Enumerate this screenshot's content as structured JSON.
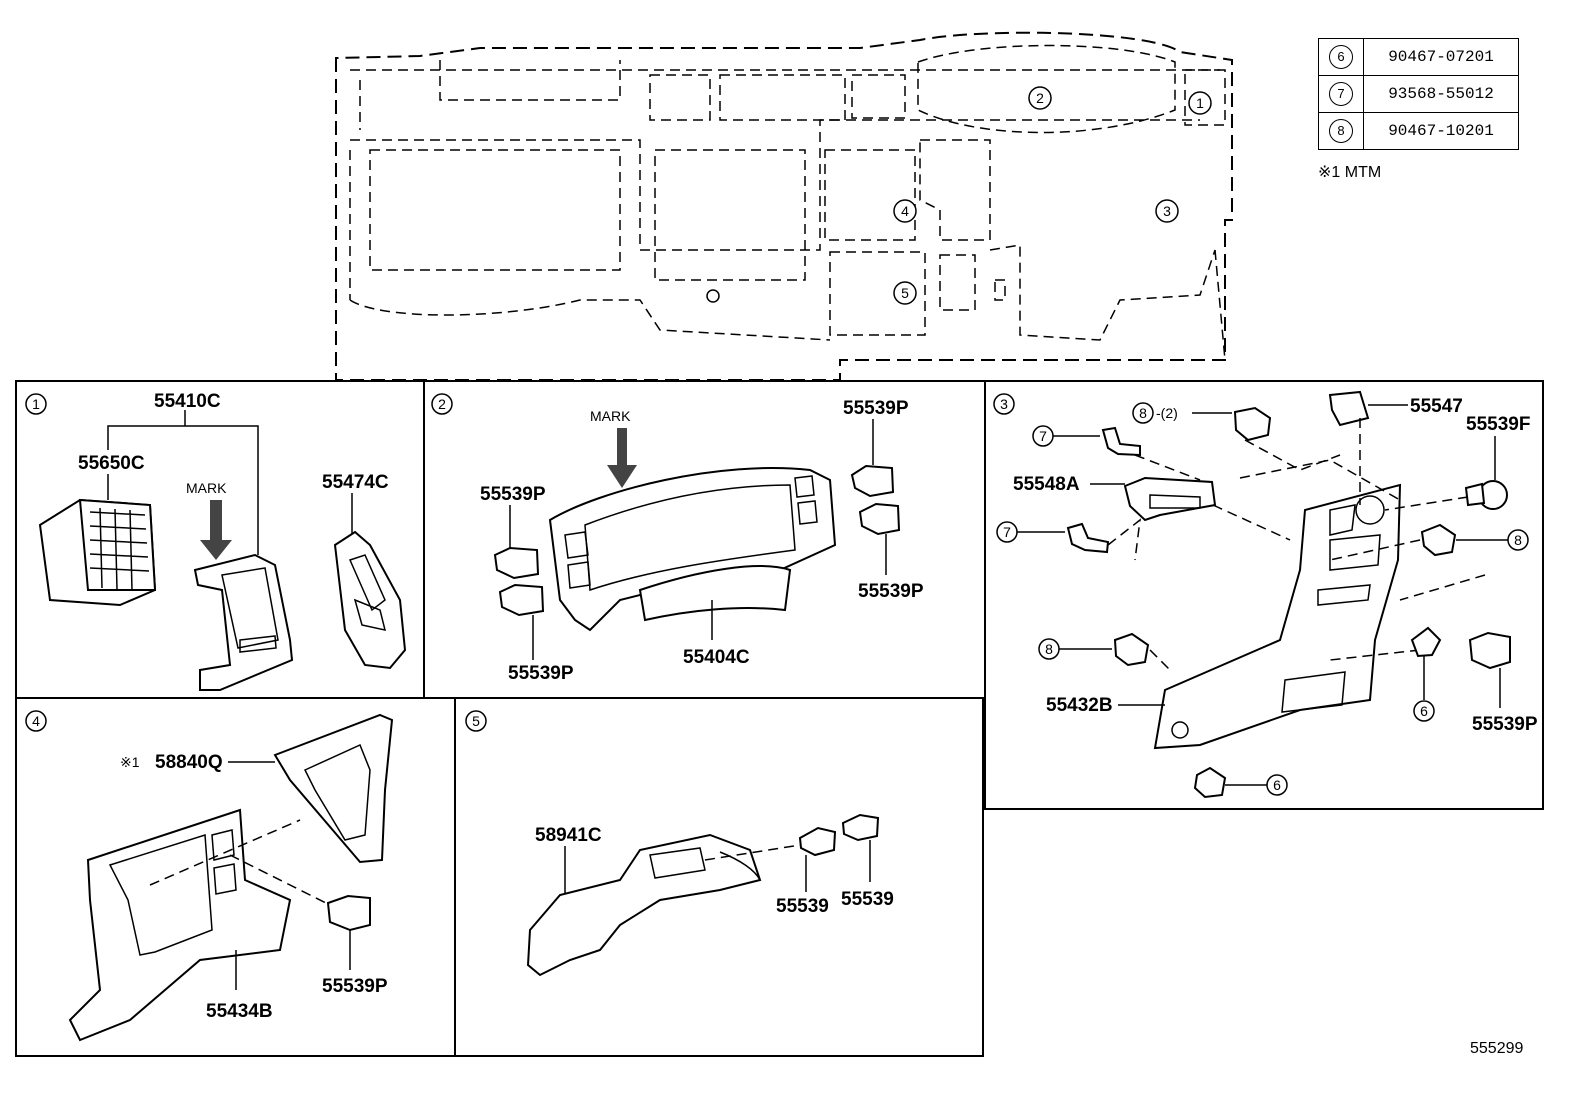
{
  "reference_table": {
    "rows": [
      {
        "key": "6",
        "part": "90467-07201"
      },
      {
        "key": "7",
        "part": "93568-55012"
      },
      {
        "key": "8",
        "part": "90467-10201"
      }
    ]
  },
  "note": "※1 MTM",
  "diagram_id": "555299",
  "overview": {
    "callouts": [
      "1",
      "2",
      "3",
      "4",
      "5"
    ]
  },
  "panels": {
    "p1": {
      "number": "1",
      "parts": [
        "55410C",
        "55650C",
        "55474C"
      ],
      "mark": "MARK"
    },
    "p2": {
      "number": "2",
      "parts": [
        "55539P",
        "55539P",
        "55539P",
        "55539P",
        "55404C"
      ],
      "mark": "MARK"
    },
    "p3": {
      "number": "3",
      "parts": [
        "55547",
        "55539F",
        "55548A",
        "55432B",
        "55539P"
      ],
      "callouts": {
        "c8_qty": "8",
        "qty": "-(2)",
        "c7a": "7",
        "c7b": "7",
        "c8b": "8",
        "c8c": "8",
        "c6a": "6",
        "c6b": "6"
      }
    },
    "p4": {
      "number": "4",
      "note_mark": "※1",
      "parts": [
        "58840Q",
        "55434B",
        "55539P"
      ]
    },
    "p5": {
      "number": "5",
      "parts": [
        "58941C",
        "55539",
        "55539"
      ]
    }
  }
}
